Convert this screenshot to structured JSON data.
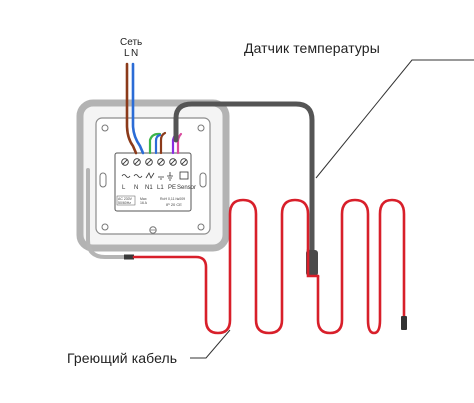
{
  "labels": {
    "network": "Сеть",
    "network_l": "L",
    "network_n": "N",
    "sensor_callout": "Датчик температуры",
    "cable_callout": "Греющий кабель"
  },
  "device": {
    "terminals": [
      "L",
      "N",
      "N1",
      "L1",
      "PE",
      "Sensor"
    ],
    "spec_left": "AC 230V\n50/60Hz",
    "spec_mid": "Max\n16 A",
    "spec_right": "RoH 0,11 №009",
    "rating": "IP 20 CE"
  },
  "colors": {
    "heating_cable": "#d81f2a",
    "sensor_cable": "#555555",
    "wire_brown": "#8b3a1a",
    "wire_blue": "#2b6cd6",
    "wire_green": "#3cb54a",
    "wire_purple": "#8a2be2",
    "frame_gray": "#b5b5b5"
  }
}
